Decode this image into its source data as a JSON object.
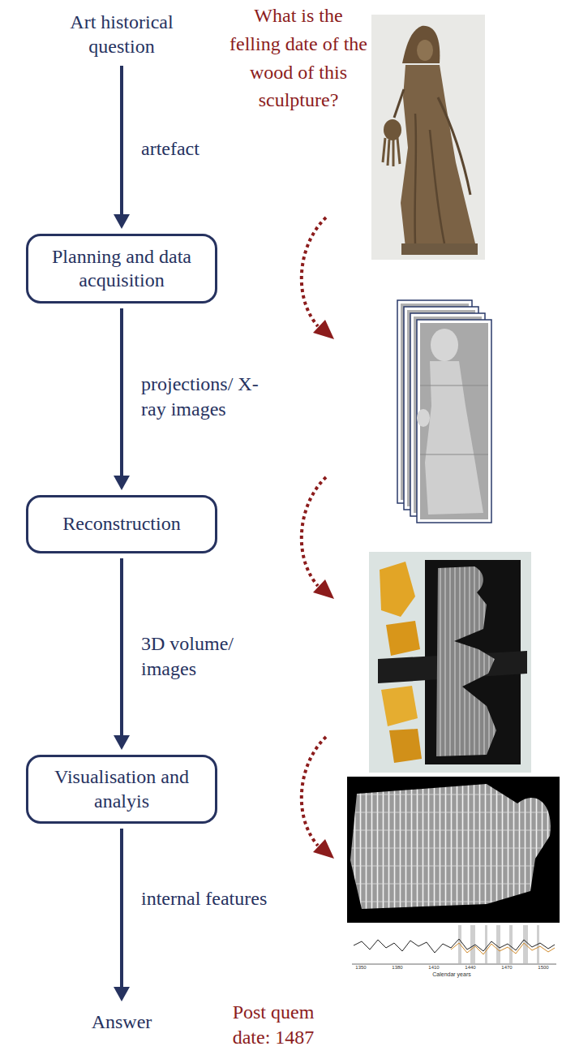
{
  "diagram": {
    "nodes": [
      {
        "text": [
          "Art historical question"
        ]
      },
      {
        "text": [
          "Planning and data acquisition"
        ]
      },
      {
        "text": [
          "Reconstruction"
        ]
      },
      {
        "text": [
          "Visualisation and analyis"
        ]
      },
      {
        "text": [
          "Answer"
        ]
      }
    ],
    "edges": [
      {
        "from": 0,
        "to": 1,
        "arrow": "to",
        "label": "artefact"
      },
      {
        "from": 1,
        "to": 2,
        "arrow": "to",
        "label": "projections/ X-ray images"
      },
      {
        "from": 2,
        "to": 3,
        "arrow": "to",
        "label": "3D volume/ images"
      },
      {
        "from": 3,
        "to": 4,
        "arrow": "to",
        "label": "internal features"
      }
    ],
    "labels": [
      "What is the felling date of the wood of this sculpture?",
      "Post quem date: 1487",
      "Calendar years",
      "1350",
      "1380",
      "1410",
      "1440",
      "1470",
      "1500"
    ]
  }
}
